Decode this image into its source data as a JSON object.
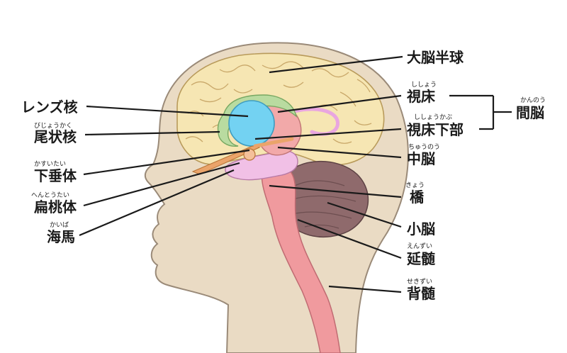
{
  "labels": {
    "cerebrum": {
      "text": "大脳半球",
      "ruby": ""
    },
    "lentiform": {
      "text": "レンズ核",
      "ruby": ""
    },
    "thalamus": {
      "text": "視床",
      "ruby": "ししょう"
    },
    "diencephalon": {
      "text": "間脳",
      "ruby": "かんのう"
    },
    "caudate": {
      "text": "尾状核",
      "ruby": "びじょうかく"
    },
    "hypothalamus": {
      "text": "視床下部",
      "ruby": "ししょうかぶ"
    },
    "midbrain": {
      "text": "中脳",
      "ruby": "ちゅうのう"
    },
    "pituitary": {
      "text": "下垂体",
      "ruby": "かすいたい"
    },
    "amygdala": {
      "text": "扁桃体",
      "ruby": "へんとうたい"
    },
    "pons": {
      "text": "橋",
      "ruby": "きょう"
    },
    "hippocampus": {
      "text": "海馬",
      "ruby": "かいば"
    },
    "cerebellum": {
      "text": "小脳",
      "ruby": ""
    },
    "medulla": {
      "text": "延髄",
      "ruby": "えんずい"
    },
    "spinal_cord": {
      "text": "背髄",
      "ruby": "せきずい"
    }
  },
  "colors": {
    "skin": "#eadbc4",
    "skin_outline": "#9a8a78",
    "cerebrum": "#f6e6b3",
    "lentiform": "#73d2f2",
    "caudate": "#b9dba0",
    "thalamus": "#f2a9a9",
    "brainstem": "#f09a9e",
    "hippocampus": "#f1c0e6",
    "cerebellum": "#8f6a6c",
    "pituitary": "#eaa46a"
  }
}
